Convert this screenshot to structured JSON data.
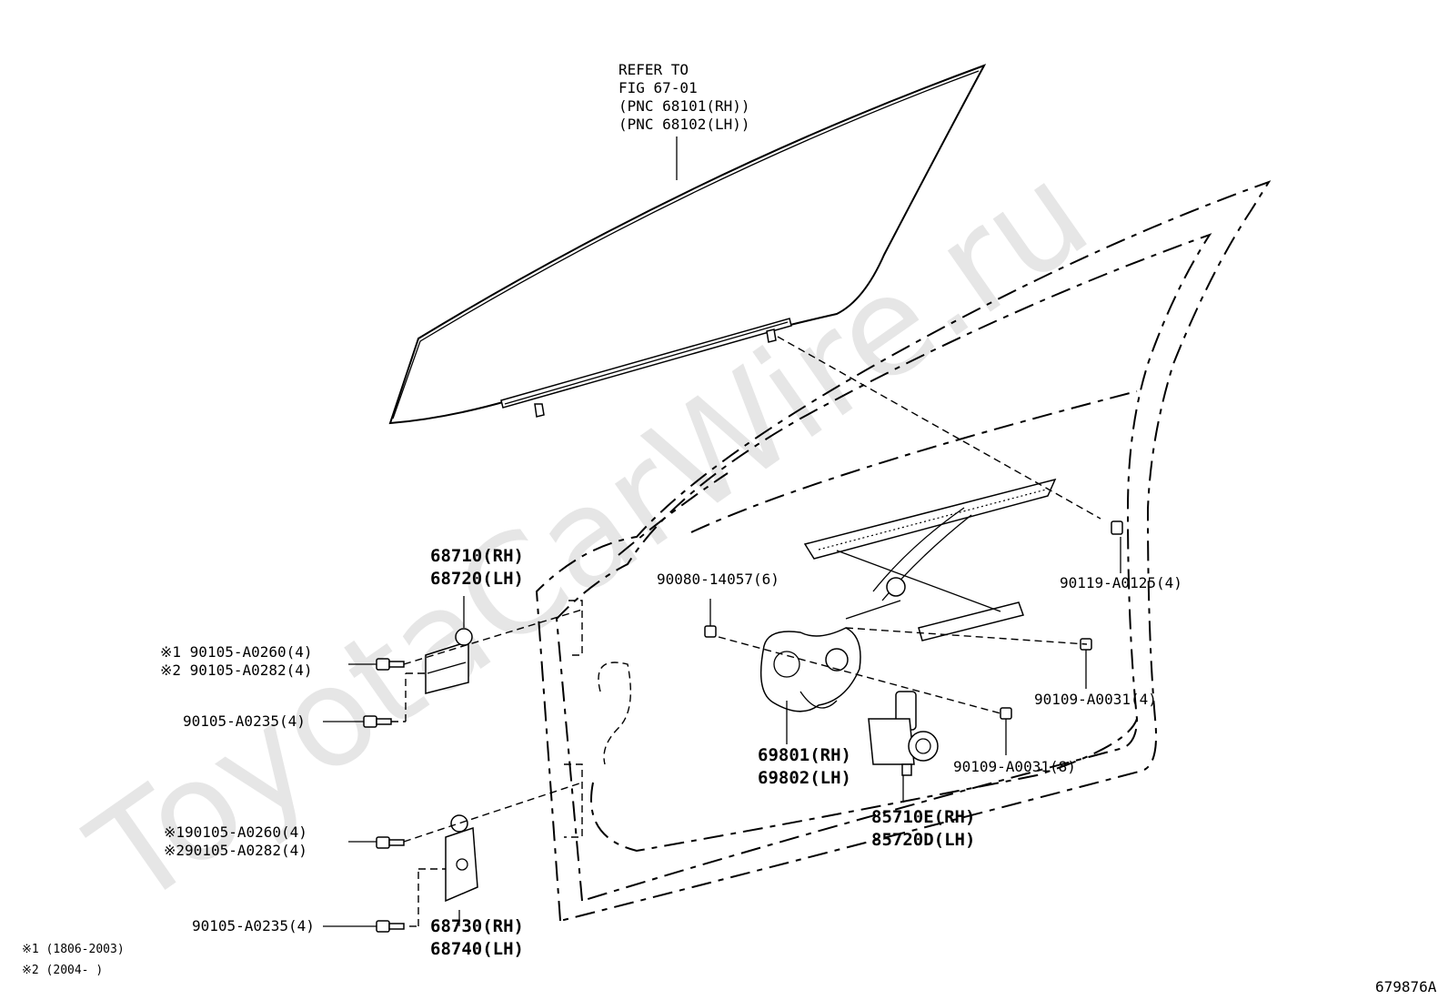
{
  "watermark": "ToyotaCarWire.ru",
  "glass_note": [
    "REFER TO",
    "FIG 67-01",
    "(PNC 68101(RH))",
    "(PNC 68102(LH))"
  ],
  "parts": {
    "upper_hinge": [
      "68710(RH)",
      "68720(LH)"
    ],
    "upper_hinge_bolt_a": "※1 90105-A0260(4)",
    "upper_hinge_bolt_b": "※2 90105-A0282(4)",
    "upper_hinge_bolt_c": "90105-A0235(4)",
    "lower_hinge": [
      "68730(RH)",
      "68740(LH)"
    ],
    "lower_hinge_bolt_a": "※190105-A0260(4)",
    "lower_hinge_bolt_b": "※290105-A0282(4)",
    "lower_hinge_bolt_c": "90105-A0235(4)",
    "regulator_bolt": "90080-14057(6)",
    "glass_bolt": "90119-A0125(4)",
    "regulator": [
      "69801(RH)",
      "69802(LH)"
    ],
    "motor": [
      "85710E(RH)",
      "85720D(LH)"
    ],
    "rail_bolt": "90109-A0031(4)",
    "frame_bolt": "90109-A0031(8)"
  },
  "legend": [
    "※1 (1806-2003)",
    "※2 (2004-        )"
  ],
  "figure_id": "679876A"
}
